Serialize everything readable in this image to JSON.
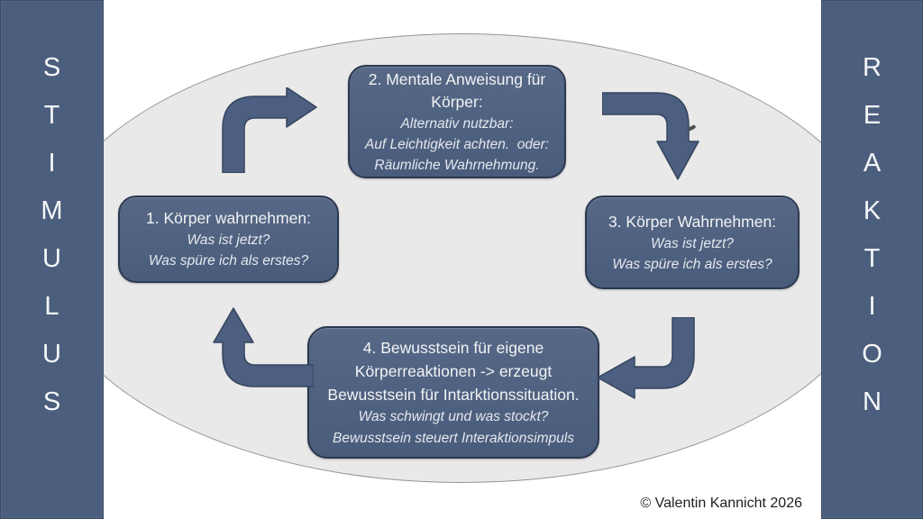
{
  "left_panel": {
    "word": "STIMULUS",
    "letters": [
      "S",
      "T",
      "I",
      "M",
      "U",
      "L",
      "U",
      "S"
    ]
  },
  "right_panel": {
    "word": "REAKTION",
    "letters": [
      "R",
      "E",
      "A",
      "K",
      "T",
      "I",
      "O",
      "N"
    ]
  },
  "cycle": {
    "box1": {
      "title": "1. Körper wahrnehmen:",
      "line1": "Was ist jetzt?",
      "line2": "Was spüre ich als erstes?"
    },
    "box2": {
      "title1": "2. Mentale Anweisung für",
      "title2": "Körper:",
      "line1": "Alternativ nutzbar:",
      "line2": "Auf Leichtigkeit achten.  oder:",
      "line3": "Räumliche Wahrnehmung."
    },
    "box3": {
      "title": "3. Körper Wahrnehmen:",
      "line1": "Was ist jetzt?",
      "line2": "Was spüre ich als erstes?"
    },
    "box4": {
      "title1": "4. Bewusstsein für eigene",
      "title2": "Körperreaktionen -> erzeugt",
      "title3": "Bewusstsein für Intarktionssituation.",
      "line1": "Was schwingt und was stockt?",
      "line2": "Bewusstsein steuert Interaktionsimpuls"
    },
    "arrows": [
      {
        "name": "arrow-step1-to-step2",
        "direction": "up-then-right"
      },
      {
        "name": "arrow-step2-to-step3",
        "direction": "right-then-down"
      },
      {
        "name": "arrow-step3-to-step4",
        "direction": "down-then-left"
      },
      {
        "name": "arrow-step4-to-step1",
        "direction": "left-then-up"
      }
    ]
  },
  "footer": {
    "copyright": "© Valentin Kannicht 2026"
  },
  "colors": {
    "panel_blue": "#4c5e7d",
    "box_blue": "#4e6080",
    "box_border": "#2b3850",
    "arrow_blue": "#4c5f80",
    "ellipse_fill": "#e9e9ea",
    "ellipse_border": "#8f959c",
    "text_white": "#f2f3f5"
  }
}
